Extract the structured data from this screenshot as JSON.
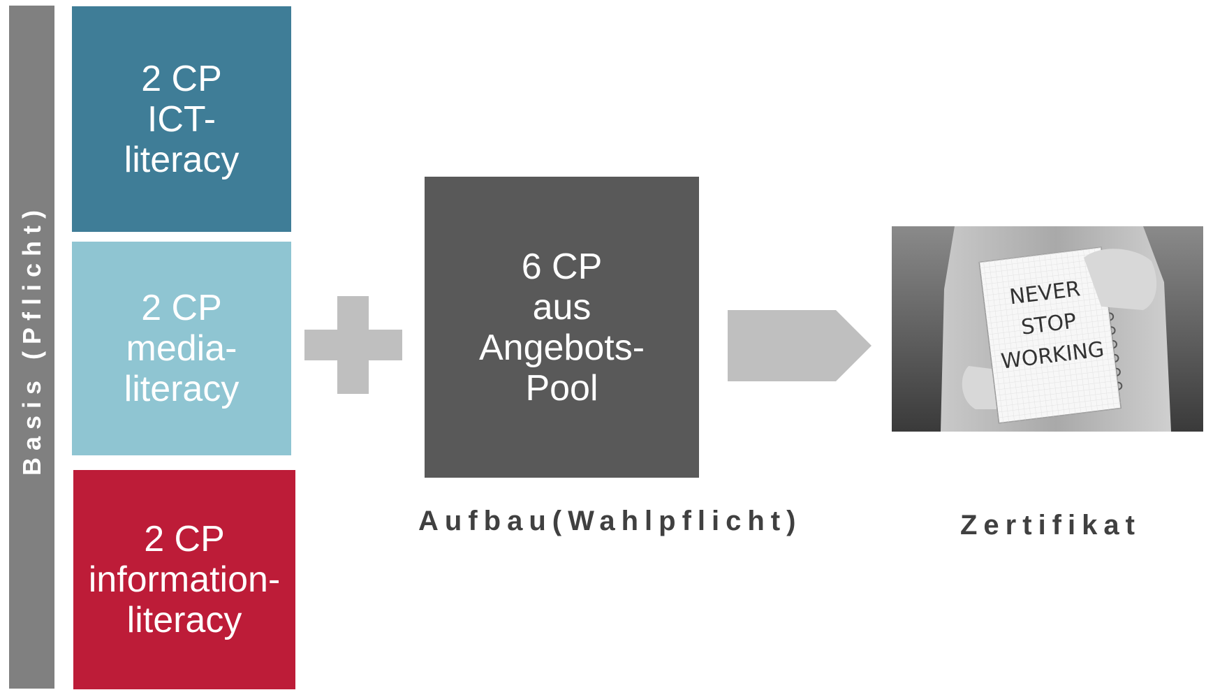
{
  "basis": {
    "label": "Basis (Pflicht)"
  },
  "blocks": [
    {
      "lines": [
        "2 CP",
        "ICT-",
        "literacy"
      ],
      "color": "#3f7d97"
    },
    {
      "lines": [
        "2 CP",
        "media-",
        "literacy"
      ],
      "color": "#8fc5d2"
    },
    {
      "lines": [
        "2 CP",
        "information-",
        "literacy"
      ],
      "color": "#bd1c38"
    }
  ],
  "pool": {
    "lines": [
      "6 CP",
      "aus",
      "Angebots-",
      "Pool"
    ],
    "color": "#595959"
  },
  "captions": {
    "aufbau": "Aufbau(Wahlpflicht)",
    "zertifikat": "Zertifikat"
  },
  "photo": {
    "notebook_text": [
      "NEVER",
      "STOP",
      "WORKING"
    ]
  },
  "colors": {
    "basis_bar": "#808080",
    "connector": "#bfbfbf",
    "caption_text": "#404040"
  }
}
